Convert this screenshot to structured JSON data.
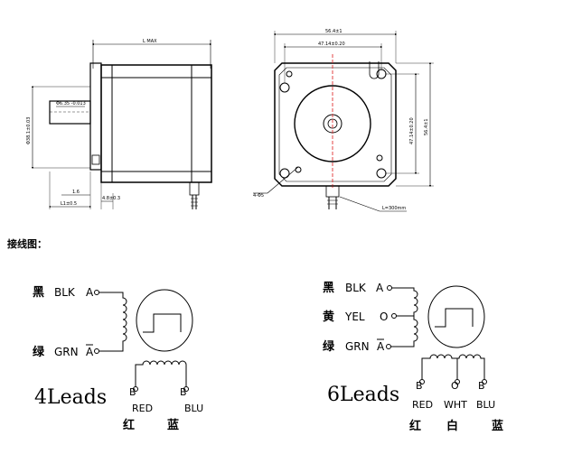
{
  "drawing": {
    "side_view": {
      "length_label": "L MAX",
      "shaft_dia_label": "Φ6.35 -0.013",
      "pilot_dia_label": "Φ38.1±0.03",
      "dim_1_6": "1.6",
      "dim_l1": "L1±0.5",
      "dim_4_8": "4.8±0.3"
    },
    "front_view": {
      "width_label": "56.4±1",
      "hole_spacing_label": "47.14±0.20",
      "height_hole_spacing_label": "47.14±0.20",
      "height_label": "56.4±1",
      "mount_hole_label": "4-Φ5",
      "lead_length_label": "L=300mm"
    }
  },
  "wiring_heading": "接线图：",
  "four_leads": {
    "title": "4Leads",
    "wires": [
      {
        "cn": "黑",
        "en": "BLK",
        "terminal": "A"
      },
      {
        "cn": "绿",
        "en": "GRN",
        "terminal": "A"
      }
    ],
    "bottom_terminals": [
      "B",
      "B"
    ],
    "bottom_colors": [
      "RED",
      "BLU"
    ],
    "bottom_cn": [
      "红",
      "蓝"
    ]
  },
  "six_leads": {
    "title": "6Leads",
    "wires": [
      {
        "cn": "黑",
        "en": "BLK",
        "terminal": "A"
      },
      {
        "cn": "黄",
        "en": "YEL",
        "terminal": "O"
      },
      {
        "cn": "绿",
        "en": "GRN",
        "terminal": "A"
      }
    ],
    "bottom_terminals": [
      "B",
      "O",
      "B"
    ],
    "bottom_colors": [
      "RED",
      "WHT",
      "BLU"
    ],
    "bottom_cn": [
      "红",
      "白",
      "蓝"
    ]
  },
  "colors": {
    "line": "#000000",
    "centerline": "#e03030"
  }
}
